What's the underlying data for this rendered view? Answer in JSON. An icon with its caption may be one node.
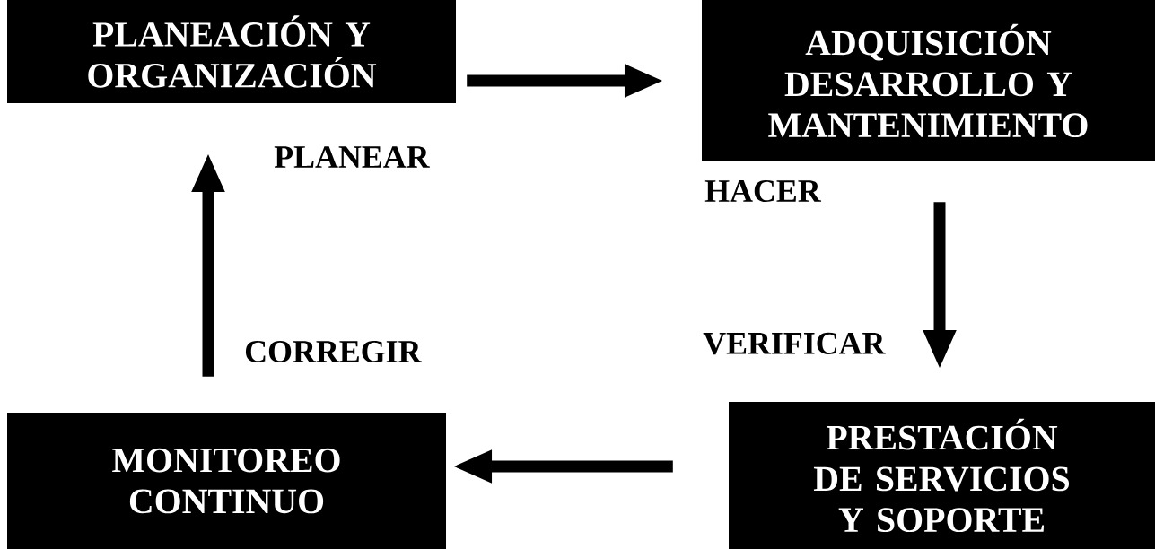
{
  "diagram": {
    "nodes": [
      {
        "text": [
          "PLANEACIÓN Y ORGANIZACIÓN"
        ]
      },
      {
        "text": [
          "ADQUISICIÓN DESARROLLO Y MANTENIMIENTO"
        ]
      },
      {
        "text": [
          "PRESTACIÓN DE SERVICIOS Y SOPORTE"
        ]
      },
      {
        "text": [
          "MONITOREO CONTINUO"
        ]
      }
    ],
    "edges": [
      {
        "from": 0,
        "to": 1,
        "arrow": "to"
      },
      {
        "from": 1,
        "to": 2,
        "arrow": "to"
      },
      {
        "from": 2,
        "to": 3,
        "arrow": "to"
      },
      {
        "from": 3,
        "to": 0,
        "arrow": "to"
      }
    ],
    "labels": [
      "PLANEAR",
      "HACER",
      "VERIFICAR",
      "CORREGIR"
    ]
  }
}
